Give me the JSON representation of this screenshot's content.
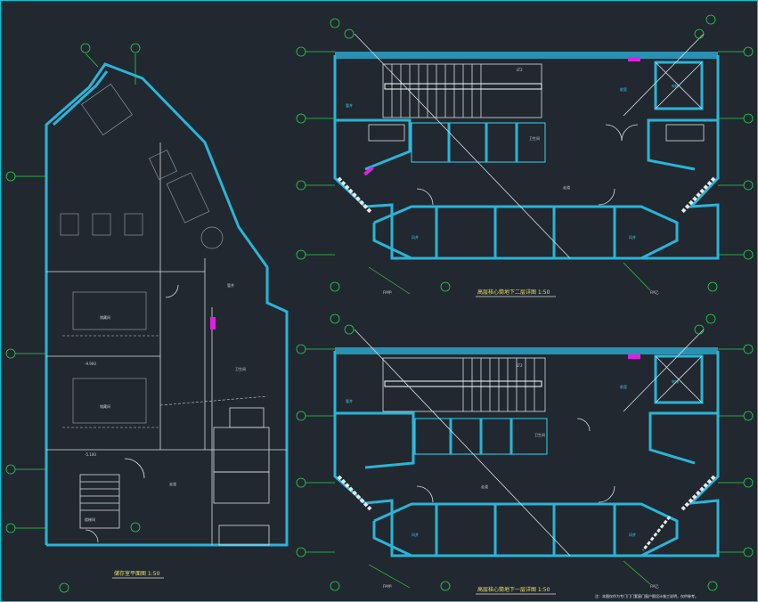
{
  "drawing": {
    "left_title": "储存室平面图 1:50",
    "top_right_title": "高层核心筒地下二层详图 1:50",
    "bottom_right_title": "高层核心筒地下一层详图 1:50",
    "footnote": "注：本图仅作为专门门门套窗门窗户图设计施工说明，仅供参考。"
  },
  "colors": {
    "background": "#212830",
    "wall": "#2ab4d8",
    "grid_bubble": "#28d050",
    "title": "#f0e060"
  },
  "room_tags": {
    "stair": "楼梯间",
    "elevator": "电梯",
    "wc": "卫生间",
    "front_room": "前室",
    "pipe_well": "管井",
    "duct": "风井",
    "storage": "储藏间",
    "hall": "走道",
    "level_a": "-9.900",
    "level_b": "-5.100",
    "door_a": "FM甲",
    "door_b": "FM乙",
    "dim_a": "1:50",
    "dim_b": "LT2"
  }
}
